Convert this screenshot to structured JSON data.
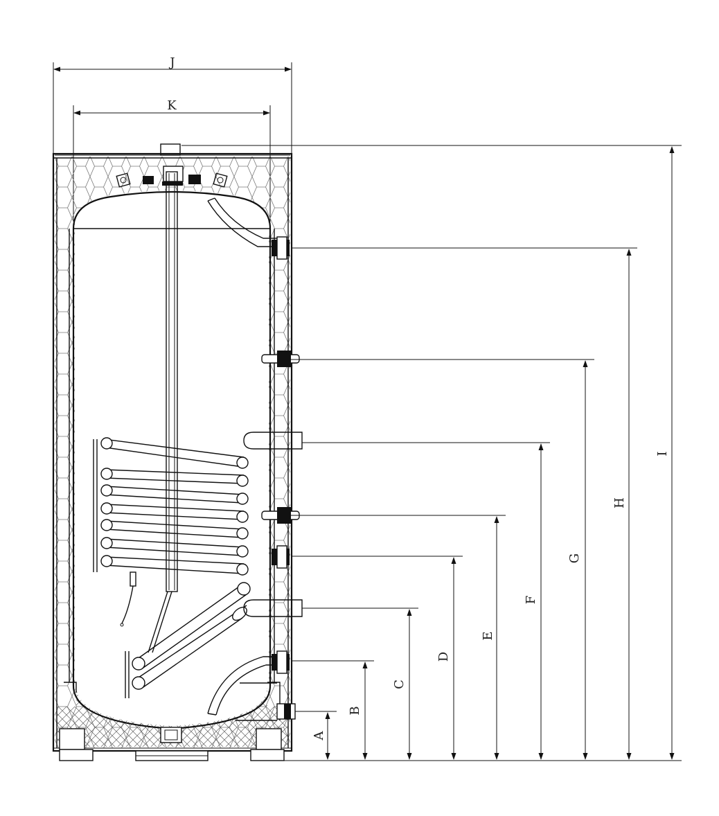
{
  "drawing": {
    "labels": {
      "width_outer": "J",
      "width_inner": "K",
      "heights": [
        "A",
        "B",
        "C",
        "D",
        "E",
        "F",
        "G",
        "H",
        "I"
      ]
    }
  }
}
